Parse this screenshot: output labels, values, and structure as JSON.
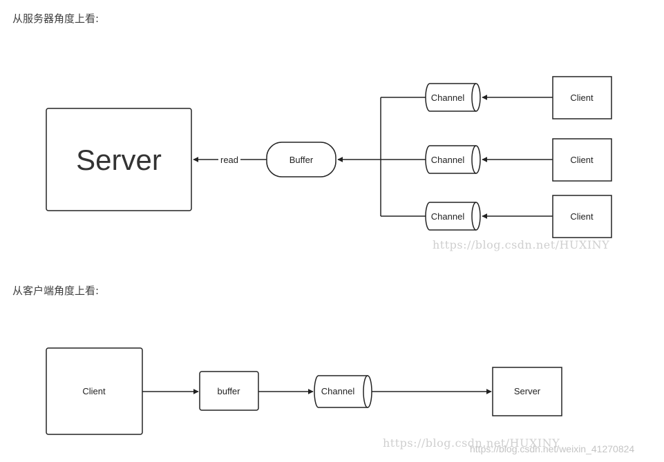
{
  "sections": {
    "server_view_title": "从服务器角度上看:",
    "client_view_title": "从客户端角度上看:"
  },
  "server_view": {
    "server_label": "Server",
    "read_label": "read",
    "buffer_label": "Buffer",
    "channels": [
      "Channel",
      "Channel",
      "Channel"
    ],
    "clients": [
      "Client",
      "Client",
      "Client"
    ]
  },
  "client_view": {
    "client_label": "Client",
    "buffer_label": "buffer",
    "channel_label": "Channel",
    "server_label": "Server"
  },
  "watermarks": {
    "wm1": "https://blog.csdn.net/HUXINY",
    "wm2": "https://blog.csdn.net/HUXINY",
    "wm3": "https://blog.csdn.net/weixin_41270824"
  }
}
